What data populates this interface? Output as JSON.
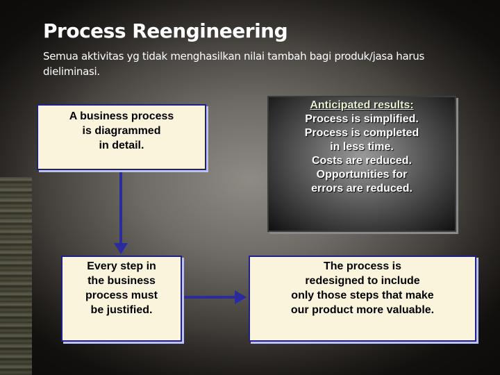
{
  "slide": {
    "title": "Process Reengineering",
    "subtitle": "Semua aktivitas yg tidak menghasilkan nilai tambah bagi produk/jasa harus dieliminasi."
  },
  "boxes": {
    "diagrammed": "A business process\nis diagrammed\nin detail.",
    "justified": "Every step in\nthe business\nprocess must\nbe justified.",
    "redesigned": "The process is\nredesigned to include\nonly those steps that make\nour product more valuable.",
    "results": {
      "heading": "Anticipated results:",
      "lines": [
        "Process is simplified.",
        "Process is completed\n in less time.",
        "Costs are reduced.",
        "Opportunities for\n errors are reduced."
      ]
    }
  },
  "colors": {
    "box_fill": "#fbf4dd",
    "box_border": "#1f1f8a",
    "arrow": "#2b2b9c",
    "title_text": "#ffffff"
  }
}
